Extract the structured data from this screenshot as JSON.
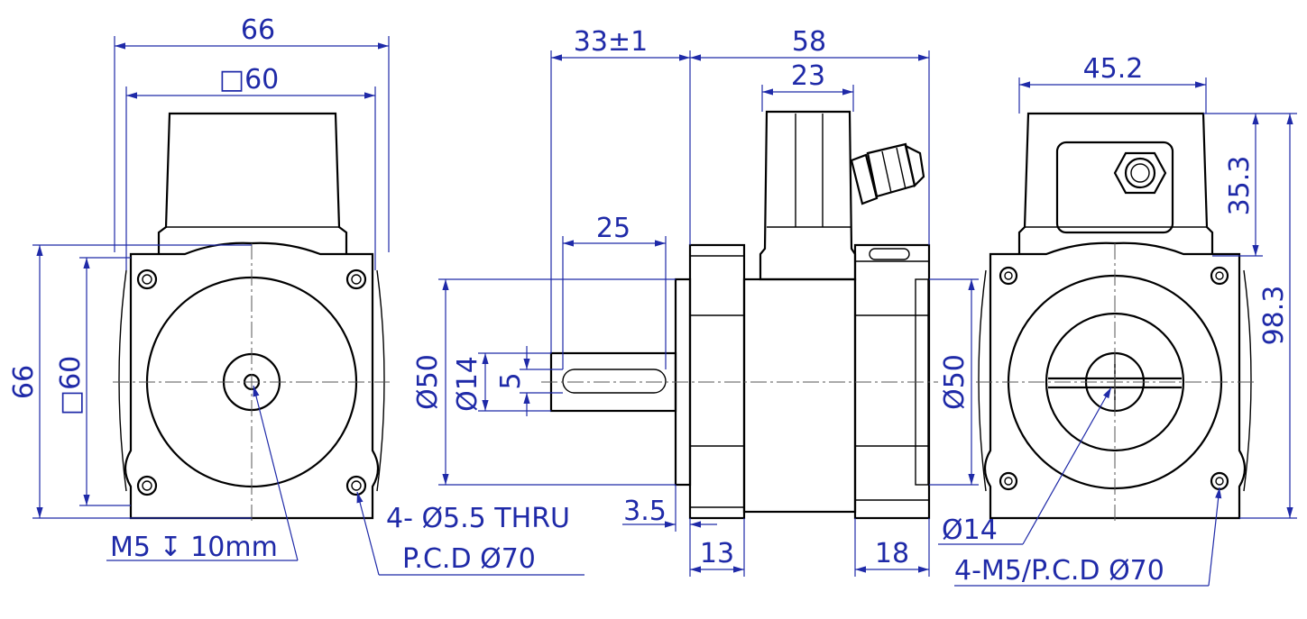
{
  "colors": {
    "dimension": "#1f2aa8",
    "outline": "#000000",
    "background": "#ffffff"
  },
  "dimensions": {
    "front": {
      "width_overall": "66",
      "width_square": "□60",
      "height_overall": "66",
      "height_square": "□60",
      "tap_note": "M5",
      "tap_depth_symbol": "↧",
      "tap_depth": "10mm",
      "hole_note_line1": "4- Ø5.5 THRU",
      "hole_note_line2": "P.C.D Ø70"
    },
    "side": {
      "shaft_length": "33±1",
      "body_length": "58",
      "box_width": "23",
      "key_length": "25",
      "pilot_diameter": "Ø50",
      "shaft_diameter": "Ø14",
      "key_width": "5",
      "pilot_depth": "3.5",
      "flange_thickness": "13",
      "rear_flange": "18",
      "rear_diameter": "Ø50"
    },
    "rear": {
      "box_width": "45.2",
      "box_height": "35.3",
      "overall_height": "98.3",
      "bore_diameter": "Ø14",
      "hole_note": "4-M5/P.C.D Ø70"
    }
  }
}
